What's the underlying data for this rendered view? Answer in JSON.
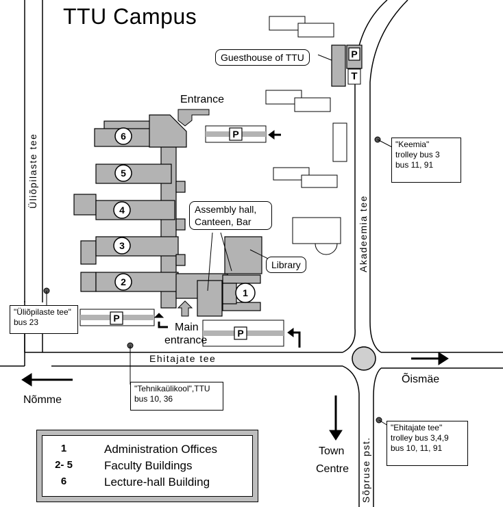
{
  "title": "TTU Campus",
  "buildings": [
    {
      "id": "1",
      "label": "1"
    },
    {
      "id": "2",
      "label": "2"
    },
    {
      "id": "3",
      "label": "3"
    },
    {
      "id": "4",
      "label": "4"
    },
    {
      "id": "5",
      "label": "5"
    },
    {
      "id": "6",
      "label": "6"
    }
  ],
  "parking_symbol": "P",
  "tram_symbol": "T",
  "places": {
    "guesthouse": "Guesthouse of TTU",
    "entrance": "Entrance",
    "assembly": "Assembly hall, Canteen, Bar",
    "library": "Library",
    "main_entrance_line1": "Main",
    "main_entrance_line2": "entrance"
  },
  "roads": {
    "uliopilaste": "Üliõpilaste tee",
    "akadeemia": "Akadeemia tee",
    "ehitajate": "Ehitajate tee",
    "soprise": "Sõpruse pst."
  },
  "directions": {
    "nomme": "Nõmme",
    "oismae": "Õismäe",
    "town_centre_line1": "Town",
    "town_centre_line2": "Centre"
  },
  "stops": {
    "keemia": "\"Keemia\"\ntrolley bus 3\nbus  11, 91",
    "uliopilaste": "\"Üliõpilaste tee\"\n  bus 23",
    "tehnikaulikool": "\"Tehnikaülikool\",TTU\n bus 10, 36",
    "ehitajate": "\"Ehitajate tee\"\ntrolley bus 3,4,9\nbus 10, 11, 91"
  },
  "legend": [
    {
      "key": "1",
      "value": "Administration Offices"
    },
    {
      "key": "2- 5",
      "value": "Faculty Buildings"
    },
    {
      "key": "6",
      "value": "Lecture-hall Building"
    }
  ],
  "colors": {
    "building": "#b3b3b3",
    "outline": "#000000",
    "background": "#ffffff"
  }
}
